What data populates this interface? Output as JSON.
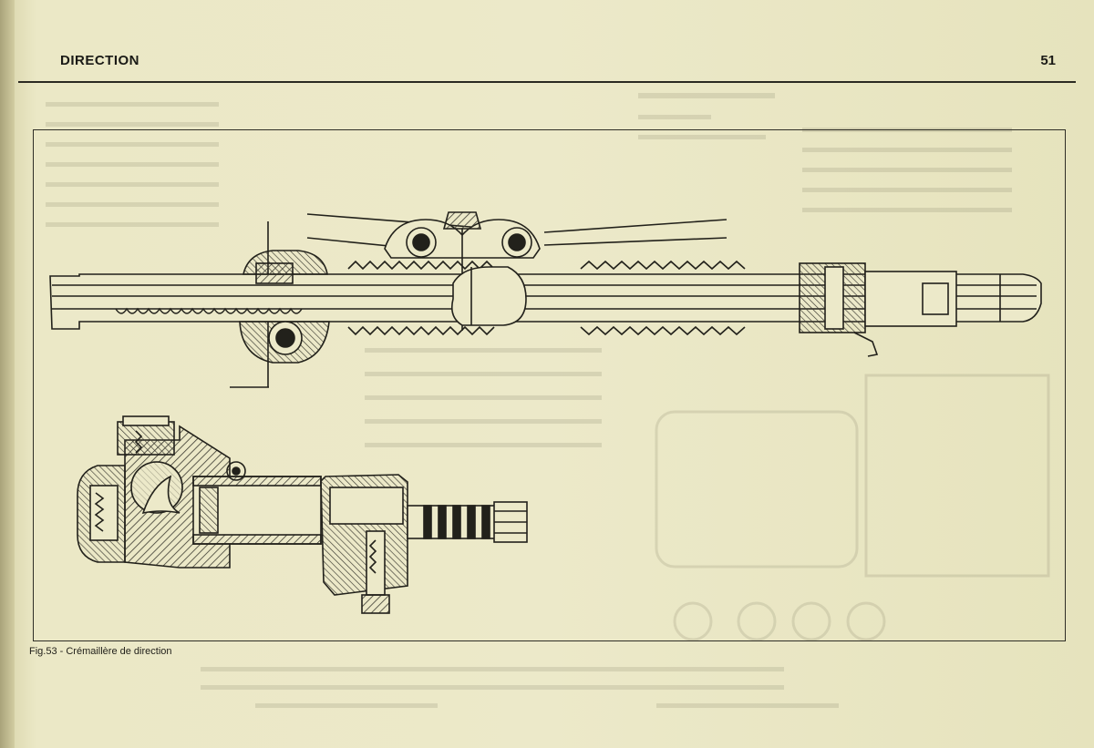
{
  "header": {
    "title": "DIRECTION",
    "page_number": "51"
  },
  "figure": {
    "caption": "Fig.53 - Crémaillère de direction"
  },
  "colors": {
    "paper": "#ece9c9",
    "ink": "#2b2a22"
  }
}
